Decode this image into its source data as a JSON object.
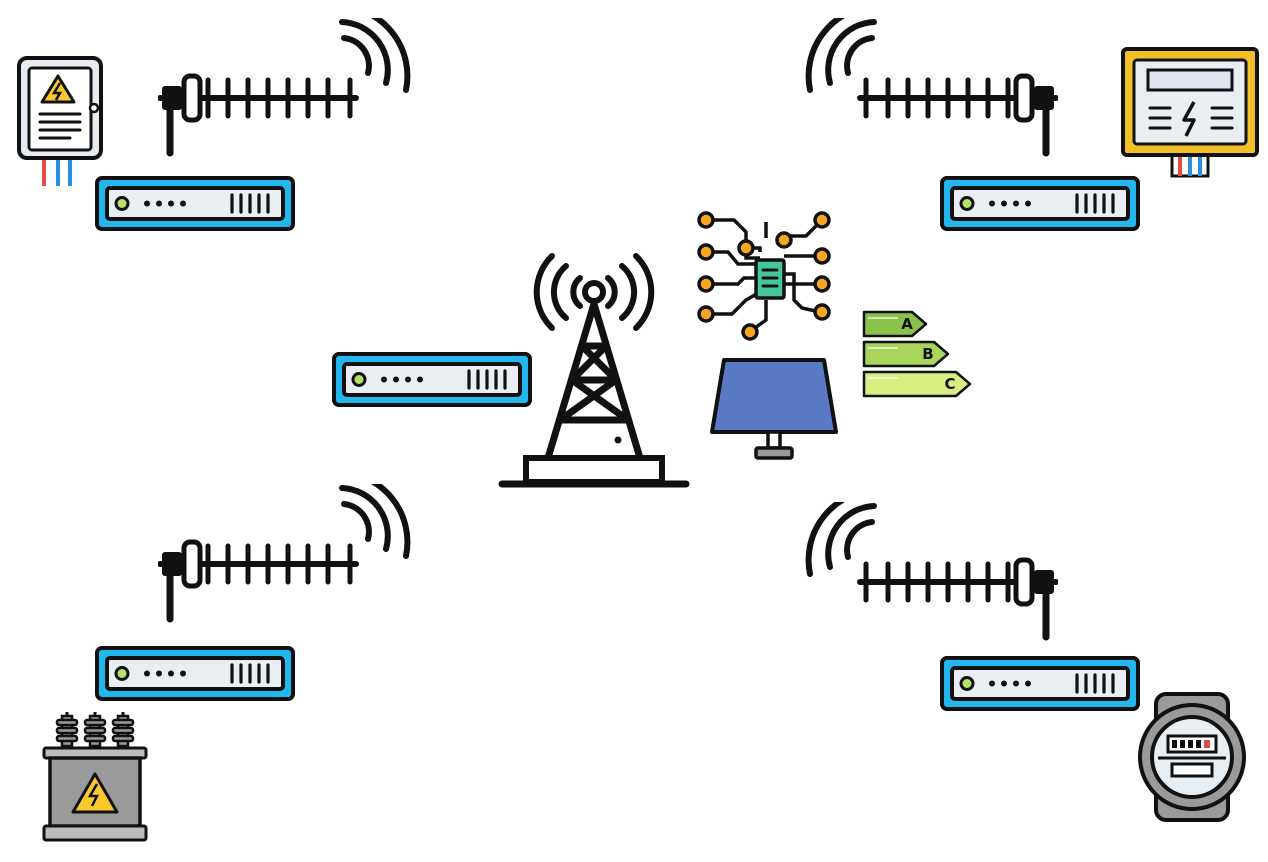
{
  "colors": {
    "outline": "#111111",
    "modem_blue": "#22b8ee",
    "modem_body": "#e9eef3",
    "led": "#b6e16b",
    "panel_blue": "#5a79c4",
    "node_orange": "#f6a621",
    "chip_teal": "#45c79b",
    "meter_yellow": "#f2c026",
    "transformer_gray": "#9a9a9a",
    "warning_yellow": "#fbc82d",
    "wire_red": "#e04b4b",
    "wire_blue": "#2b8fde",
    "rating_a": "#8bc34a",
    "rating_b": "#a9d65a",
    "rating_c": "#d9ee82"
  },
  "energy_labels": {
    "a": "A",
    "b": "B",
    "c": "C"
  },
  "icons": {
    "antenna": "yagi-antenna-icon",
    "modem": "modem-icon",
    "tower": "cell-tower-icon",
    "chip": "circuit-chip-icon",
    "solar": "solar-panel-icon",
    "panel": "electrical-panel-icon",
    "meter_box": "power-meter-box-icon",
    "transformer": "transformer-icon",
    "smart_meter": "smart-meter-icon"
  }
}
